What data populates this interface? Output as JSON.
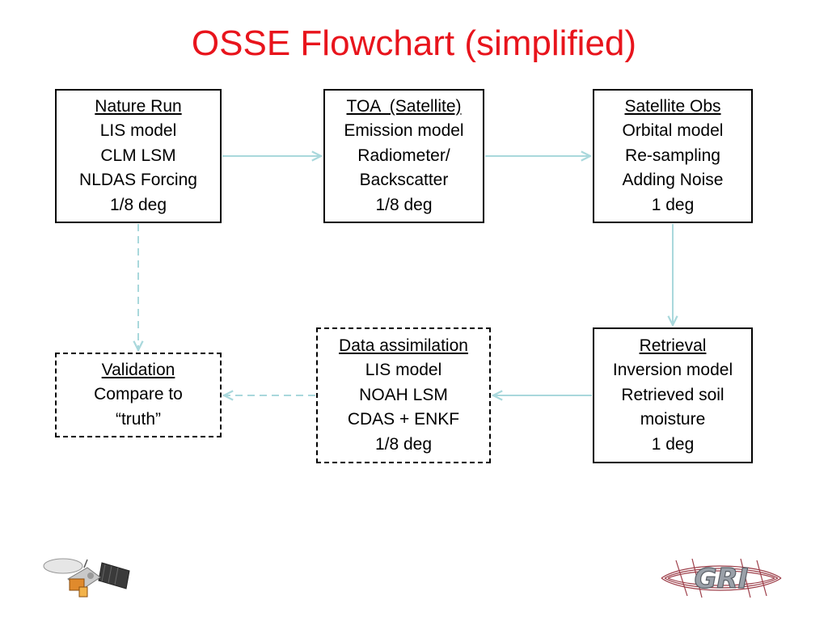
{
  "title": "OSSE Flowchart (simplified)",
  "boxes": {
    "nature_run": {
      "header": "Nature Run",
      "lines": [
        "LIS model",
        "CLM LSM",
        "NLDAS Forcing",
        "1/8 deg"
      ]
    },
    "toa": {
      "header": "TOA  (Satellite)",
      "lines": [
        "Emission model",
        "Radiometer/",
        "Backscatter",
        "1/8 deg"
      ]
    },
    "satellite_obs": {
      "header": "Satellite Obs",
      "lines": [
        "Orbital model",
        "Re-sampling",
        "Adding Noise",
        "1 deg"
      ]
    },
    "validation": {
      "header": "Validation",
      "lines": [
        "Compare to",
        "“truth”"
      ]
    },
    "data_assimilation": {
      "header": "Data assimilation",
      "lines": [
        "LIS model",
        "NOAH LSM",
        "CDAS + ENKF",
        "1/8 deg"
      ]
    },
    "retrieval": {
      "header": "Retrieval",
      "lines": [
        "Inversion model",
        "Retrieved soil",
        "moisture",
        "1 deg"
      ]
    }
  },
  "colors": {
    "title": "#e8141c",
    "arrow": "#a9d8dc",
    "logo_red": "#8c1d2a"
  },
  "logos": {
    "left": "satellite-icon",
    "right": "GRI"
  }
}
